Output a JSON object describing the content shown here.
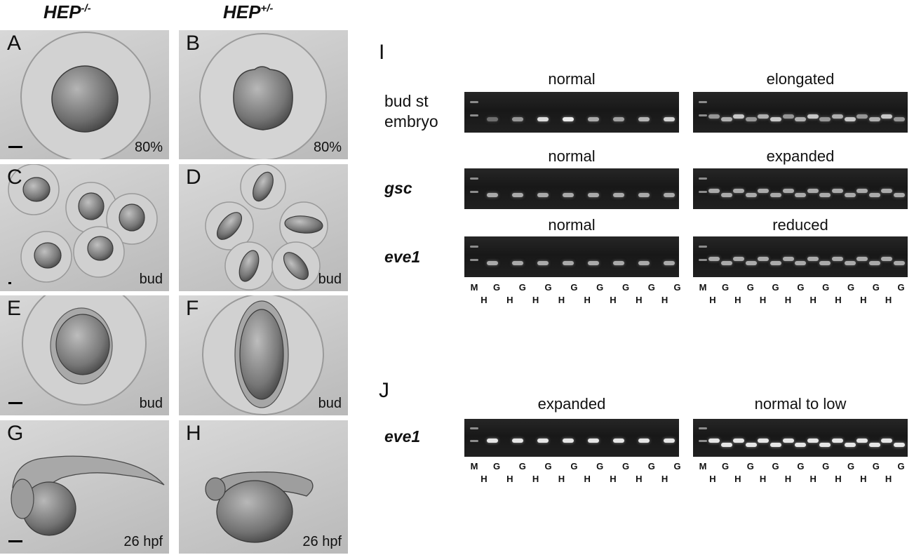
{
  "columns": [
    {
      "label": "HEP",
      "sup": "-/-"
    },
    {
      "label": "HEP",
      "sup": "+/-"
    }
  ],
  "panels": [
    {
      "letter": "A",
      "stage": "80%",
      "embryo": "sphere",
      "scale_bar": true
    },
    {
      "letter": "B",
      "stage": "80%",
      "embryo": "sphere-bumpy",
      "scale_bar": false
    },
    {
      "letter": "C",
      "stage": "bud",
      "embryo": "group-round",
      "scale_bar": true
    },
    {
      "letter": "D",
      "stage": "bud",
      "embryo": "group-elongated",
      "scale_bar": false
    },
    {
      "letter": "E",
      "stage": "bud",
      "embryo": "single-round",
      "scale_bar": true
    },
    {
      "letter": "F",
      "stage": "bud",
      "embryo": "single-elongated",
      "scale_bar": false
    },
    {
      "letter": "G",
      "stage": "26 hpf",
      "embryo": "larva-normal",
      "scale_bar": true
    },
    {
      "letter": "H",
      "stage": "26 hpf",
      "embryo": "larva-short",
      "scale_bar": false
    }
  ],
  "section_i": {
    "letter": "I",
    "rows": [
      {
        "label_lines": [
          "bud st",
          "embryo"
        ],
        "italic": false,
        "left_title": "normal",
        "right_title": "elongated",
        "style": "varied"
      },
      {
        "label_lines": [
          "gsc"
        ],
        "italic": true,
        "left_title": "normal",
        "right_title": "expanded",
        "style": "doublet"
      },
      {
        "label_lines": [
          "eve1"
        ],
        "italic": true,
        "left_title": "normal",
        "right_title": "reduced",
        "style": "doublet"
      }
    ]
  },
  "section_j": {
    "letter": "J",
    "rows": [
      {
        "label_lines": [
          "eve1"
        ],
        "italic": true,
        "left_title": "expanded",
        "right_title": "normal to low",
        "style": "strong"
      }
    ]
  },
  "lane_labels": {
    "marker": "M",
    "top": "G",
    "bottom": "H",
    "left_pairs": 8,
    "right_pairs": 8
  }
}
